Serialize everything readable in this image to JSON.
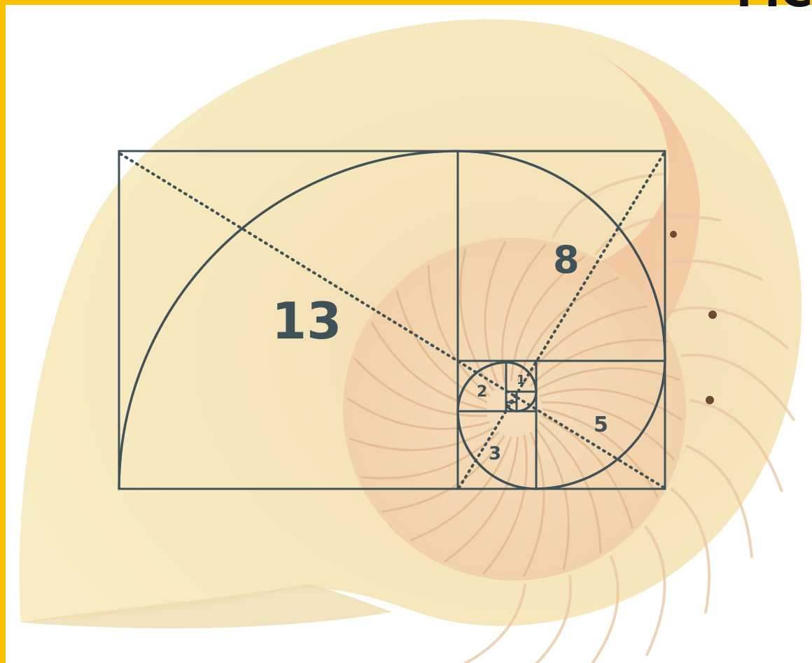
{
  "diagram": {
    "square_labels": [
      "13",
      "8",
      "5",
      "3",
      "2",
      "1",
      "1"
    ],
    "colors": {
      "frame": "#f8c200",
      "lines": "#3f5257",
      "shell_outer": "#f5e8b6",
      "shell_chamber": "#f1d6b0",
      "shell_inner": "#e9a47f"
    }
  },
  "brand": {
    "logo_fragment": "MC"
  }
}
